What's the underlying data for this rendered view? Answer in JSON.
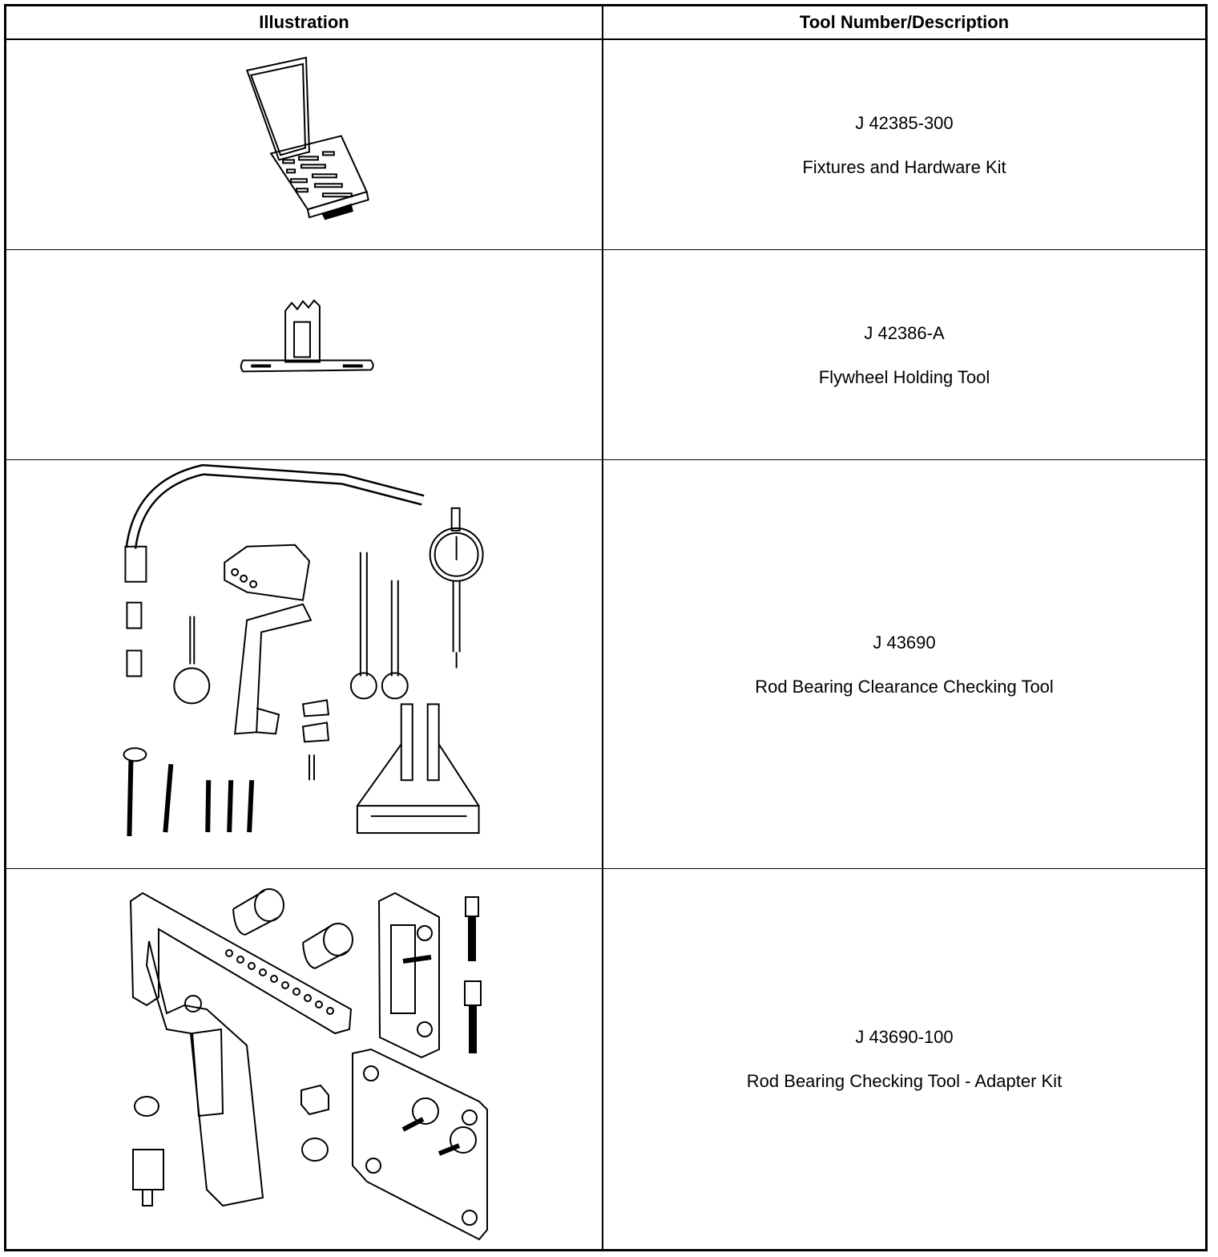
{
  "table": {
    "headers": {
      "illustration": "Illustration",
      "tool": "Tool Number/Description"
    },
    "rows": [
      {
        "number": "J 42385-300",
        "description": "Fixtures and Hardware Kit",
        "illustration": "hardware-kit-case"
      },
      {
        "number": "J 42386-A",
        "description": "Flywheel Holding Tool",
        "illustration": "flywheel-holding-tool"
      },
      {
        "number": "J 43690",
        "description": "Rod Bearing Clearance Checking Tool",
        "illustration": "rod-bearing-clearance-tool-set"
      },
      {
        "number": "J 43690-100",
        "description": "Rod Bearing Checking Tool - Adapter Kit",
        "illustration": "adapter-kit-parts"
      }
    ]
  }
}
